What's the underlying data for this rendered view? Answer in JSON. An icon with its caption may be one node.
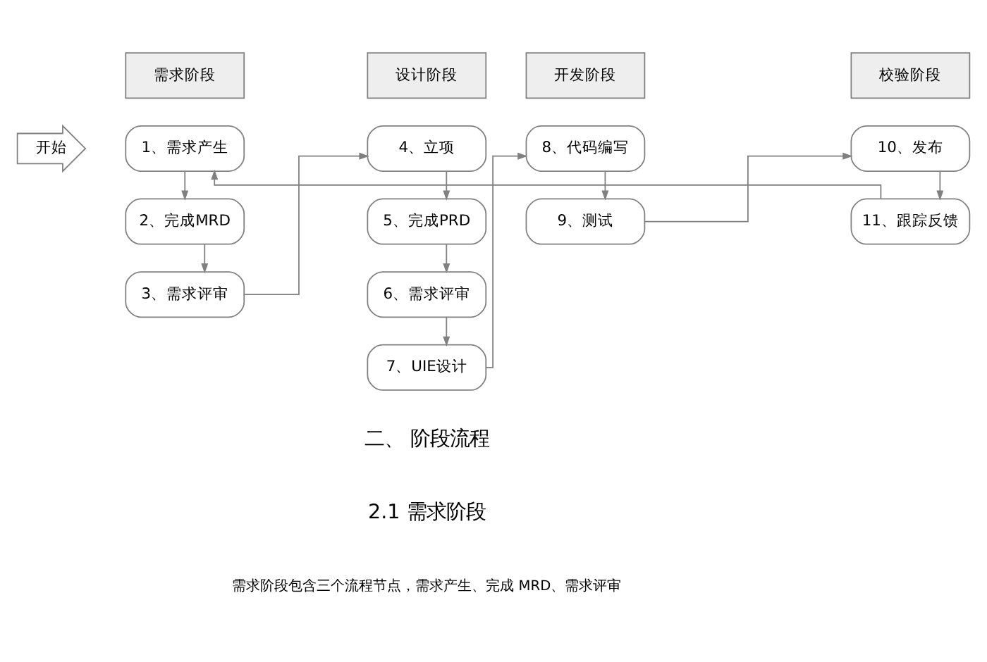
{
  "diagram": {
    "nodes": [
      {
        "text": [
          "需求阶段"
        ]
      },
      {
        "text": [
          "设计阶段"
        ]
      },
      {
        "text": [
          "开发阶段"
        ]
      },
      {
        "text": [
          "校验阶段"
        ]
      },
      {
        "text": [
          "开始"
        ]
      },
      {
        "text": [
          "1、需求产生"
        ]
      },
      {
        "text": [
          "2、完成MRD"
        ]
      },
      {
        "text": [
          "3、需求评审"
        ]
      },
      {
        "text": [
          "4、立项"
        ]
      },
      {
        "text": [
          "5、完成PRD"
        ]
      },
      {
        "text": [
          "6、需求评审"
        ]
      },
      {
        "text": [
          "7、UIE设计"
        ]
      },
      {
        "text": [
          "8、代码编写"
        ]
      },
      {
        "text": [
          "9、测试"
        ]
      },
      {
        "text": [
          "10、发布"
        ]
      },
      {
        "text": [
          "11、跟踪反馈"
        ]
      }
    ],
    "edges": [
      {
        "from": 5,
        "to": 6,
        "arrow": "to"
      },
      {
        "from": 6,
        "to": 7,
        "arrow": "to"
      },
      {
        "from": 7,
        "to": 8,
        "arrow": "to"
      },
      {
        "from": 8,
        "to": 9,
        "arrow": "to"
      },
      {
        "from": 9,
        "to": 10,
        "arrow": "to"
      },
      {
        "from": 10,
        "to": 11,
        "arrow": "to"
      },
      {
        "from": 11,
        "to": 12,
        "arrow": "to"
      },
      {
        "from": 12,
        "to": 13,
        "arrow": "to"
      },
      {
        "from": 13,
        "to": 14,
        "arrow": "to"
      },
      {
        "from": 14,
        "to": 15,
        "arrow": "to"
      },
      {
        "from": 15,
        "to": 5,
        "arrow": "to"
      }
    ],
    "labels": [
      "二、 阶段流程",
      "2.1 需求阶段",
      "需求阶段包含三个流程节点，需求产生、完成 MRD、需求评审"
    ]
  }
}
